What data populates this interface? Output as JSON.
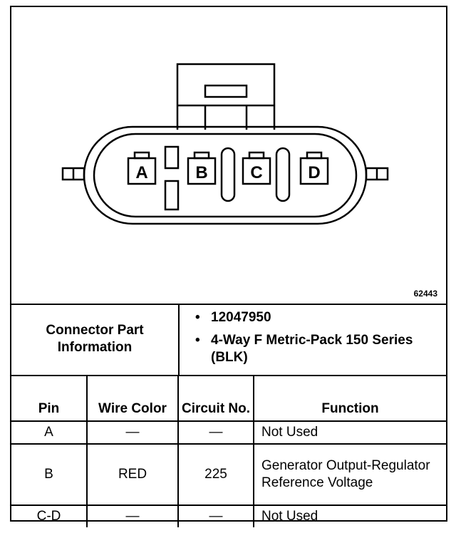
{
  "diagram": {
    "figure_number": "62443",
    "pin_labels": [
      "A",
      "B",
      "C",
      "D"
    ]
  },
  "connector_info": {
    "label": "Connector Part Information",
    "bullets": [
      "12047950",
      "4-Way F Metric-Pack 150 Series (BLK)"
    ]
  },
  "table": {
    "headers": {
      "pin": "Pin",
      "wire_color": "Wire Color",
      "circuit_no": "Circuit No.",
      "function": "Function"
    },
    "rows": [
      {
        "pin": "A",
        "wire_color": "—",
        "circuit": "—",
        "function": "Not Used"
      },
      {
        "pin": "B",
        "wire_color": "RED",
        "circuit": "225",
        "function": "Generator Output-Regulator Reference Voltage"
      },
      {
        "pin": "C-D",
        "wire_color": "—",
        "circuit": "—",
        "function": "Not Used"
      }
    ]
  }
}
